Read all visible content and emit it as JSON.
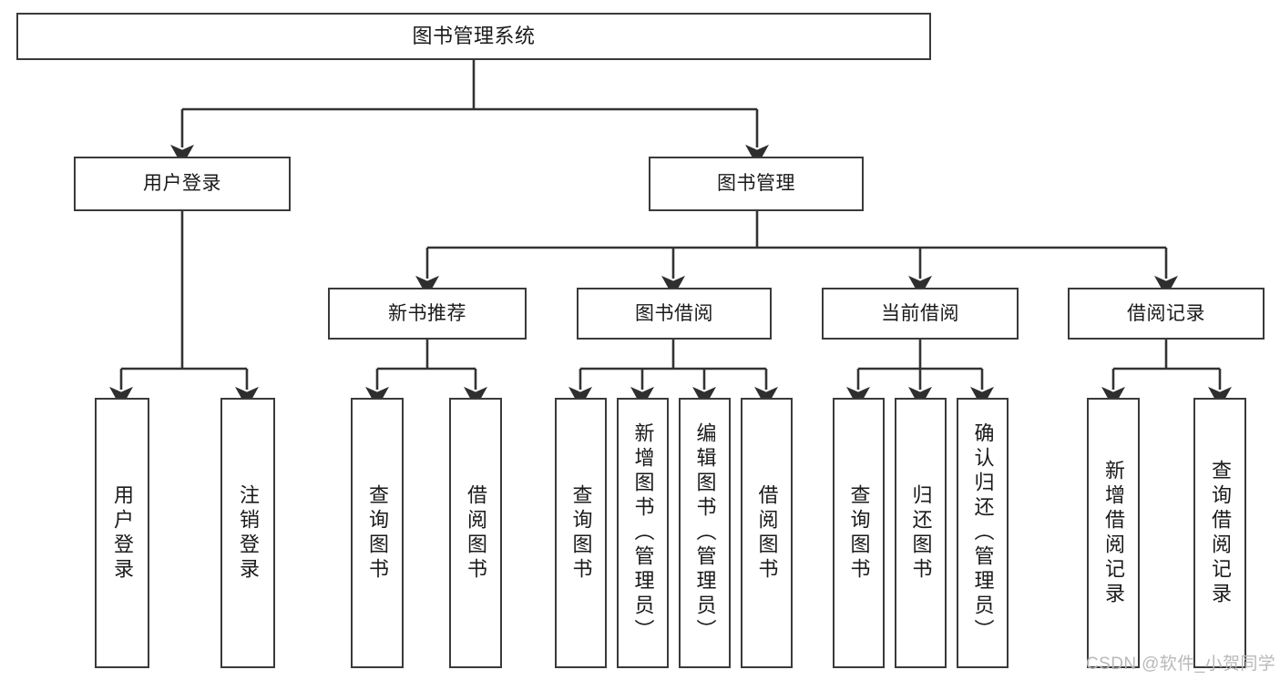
{
  "diagram": {
    "title": "图书管理系统",
    "type": "tree-hierarchy-chart",
    "colors": {
      "background": "#ffffff",
      "box_stroke": "#3a3a3a",
      "edge_stroke": "#333333",
      "text": "#1a1a1a",
      "watermark": "#b9b9b9"
    },
    "root": {
      "label": "图书管理系统"
    },
    "level1": [
      {
        "label": "用户登录"
      },
      {
        "label": "图书管理"
      }
    ],
    "level2": [
      {
        "label": "新书推荐"
      },
      {
        "label": "图书借阅"
      },
      {
        "label": "当前借阅"
      },
      {
        "label": "借阅记录"
      }
    ],
    "leaves": {
      "user_login": [
        {
          "label": "用户登录"
        },
        {
          "label": "注销登录"
        }
      ],
      "new_book_recommend": [
        {
          "label": "查询图书"
        },
        {
          "label": "借阅图书"
        }
      ],
      "book_borrow": [
        {
          "label": "查询图书"
        },
        {
          "label": "新增图书（管理员）"
        },
        {
          "label": "编辑图书（管理员）"
        },
        {
          "label": "借阅图书"
        }
      ],
      "current_borrow": [
        {
          "label": "查询图书"
        },
        {
          "label": "归还图书"
        },
        {
          "label": "确认归还（管理员）"
        }
      ],
      "borrow_record": [
        {
          "label": "新增借阅记录"
        },
        {
          "label": "查询借阅记录"
        }
      ]
    },
    "watermark": "CSDN @软件_小贺同学"
  }
}
